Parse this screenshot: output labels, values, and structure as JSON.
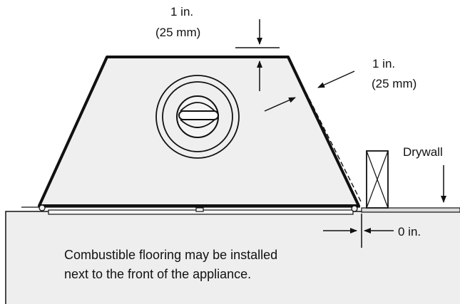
{
  "dimensions": {
    "top_clearance_value": "1 in.",
    "top_clearance_metric": "(25 mm)",
    "side_clearance_value": "1 in.",
    "side_clearance_metric": "(25 mm)",
    "floor_clearance": "0 in."
  },
  "labels": {
    "drywall": "Drywall"
  },
  "note": {
    "line1": "Combustible flooring may be installed",
    "line2": "next to the front of the appliance."
  },
  "colors": {
    "floor_fill": "#eeeeee",
    "appliance_fill": "#efefef",
    "stroke": "#111111",
    "background": "#ffffff"
  }
}
